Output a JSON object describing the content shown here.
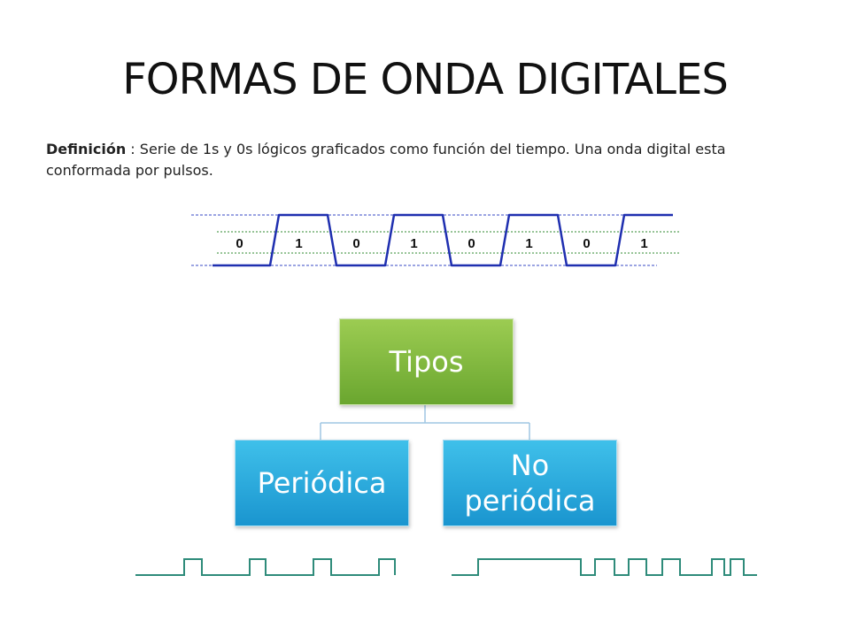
{
  "slide": {
    "title": "FORMAS DE ONDA DIGITALES",
    "definition_term": "Definición",
    "definition_text": " : Serie de 1s y 0s lógicos graficados como función del tiempo. Una onda digital esta conformada por pulsos."
  },
  "waveform": {
    "bits": [
      "0",
      "1",
      "0",
      "1",
      "0",
      "1",
      "0",
      "1"
    ],
    "line_color": "#1f2fb0",
    "guide_color": "#7a86d8",
    "label_guide_color": "#2f8a2f"
  },
  "hierarchy": {
    "root": "Tipos",
    "children": [
      "Periódica",
      "No periódica"
    ],
    "root_color": "#7bb43a",
    "child_color": "#2aaee2",
    "connector_color": "#9fc6e3"
  },
  "examples": {
    "line_color": "#2e8b7a",
    "periodic_label": "",
    "nonperiodic_label": ""
  }
}
